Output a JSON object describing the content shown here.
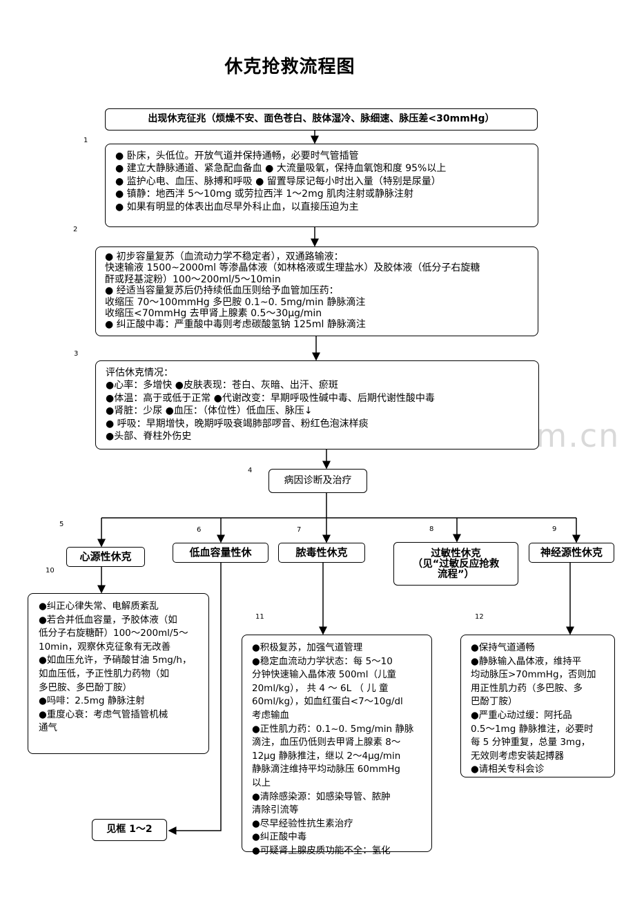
{
  "title": "休克抢救流程图",
  "watermark": "www.zixin.com.cn",
  "nums": [
    "1",
    "2",
    "3",
    "4",
    "5",
    "6",
    "7",
    "8",
    "9",
    "10",
    "11",
    "12"
  ],
  "top": "出现休克征兆（烦燥不安、面色苍白、肢体湿冷、脉细速、脉压差<30mmHg）",
  "box1": [
    "●  卧床，头低位。开放气道并保持通畅，必要时气管插管",
    "●  建立大静脉通道、紧急配血备血       ●  大流量吸氧，保持血氧饱和度 95%以上",
    "●  监护心电、血压、脉搏和呼吸           ●  留置导尿记每小时出入量（特别是尿量）",
    "●  镇静：地西泮 5～10mg 或劳拉西泮 1～2mg 肌肉注射或静脉注射",
    "●  如果有明显的体表出血尽早外科止血，以直接压迫为主"
  ],
  "box2": [
    "●  初步容量复苏（血流动力学不稳定者），双通路输液：",
    "     快速输液 1500~2000ml 等渗晶体液（如林格液或生理盐水）及胶体液（低分子右旋糖",
    "     酐或羟基淀粉）100～200ml/5～10min",
    "●  经适当容量复苏后仍持续低血压则给予血管加压药：",
    "     收缩压 70～100mmHg        多巴胺 0.1~0. 5mg/min 静脉滴注",
    "     收缩压<70mmHg              去甲肾上腺素 0.5～30μg/min",
    "●  纠正酸中毒：严重酸中毒则考虑碳酸氢钠 125ml 静脉滴注"
  ],
  "box3": [
    "评估休克情况：",
    "●心率：多增快                      ●皮肤表现：苍白、灰暗、出汗、瘀斑",
    "●体温：高于或低于正常        ●代谢改变：早期呼吸性碱中毒、后期代谢性酸中毒",
    "●肾脏：少尿                          ●血压：（体位性）低血压、脉压↓",
    "●  呼吸：早期增快，晚期呼吸衰竭肺部啰音、粉红色泡沫样痰",
    "●头部、脊柱外伤史"
  ],
  "box4": "病因诊断及治疗",
  "types": [
    "心源性休克",
    "低血容量性休",
    "脓毒性休克",
    "过敏性休克\n（见“过敏反应抢救\n流程”）",
    "神经源性休克"
  ],
  "box10": [
    "●纠正心律失常、电解质紊乱",
    "●若合并低血容量，予胶体液（如",
    "低分子右旋糖酐）100～200ml/5～",
    "10min，观察休克征象有无改善",
    "●如血压允许，予硝酸甘油 5mg/h，",
    "如血压低，予正性肌力药物（如",
    "多巴胺、多巴酚丁胺）",
    "●吗啡：2.5mg 静脉注射",
    "●重度心衰：考虑气管插管机械",
    "通气"
  ],
  "box11": [
    "●积极复苏，加强气道管理",
    "●稳定血流动力学状态：每 5～10",
    "分钟快速输入晶体液 500ml（儿童",
    "20ml/kg），  共  4 ～ 6L （ 儿 童",
    "60ml/kg），如血红蛋白<7～10g/dl",
    "考虑输血",
    "●正性肌力药：0.1~0. 5mg/min 静脉",
    "滴注，血压仍低则去甲肾上腺素 8～",
    "12μg 静脉推注，继以 2～4μg/min",
    "静脉滴注维持平均动脉压 60mmHg",
    "以上",
    "●清除感染源：如感染导管、脓肿",
    "清除引流等",
    "●尽早经验性抗生素治疗",
    "●纠正酸中毒",
    "●可疑肾上腺皮质功能不全：氢化"
  ],
  "box12": [
    "●保持气道通畅",
    "●静脉输入晶体液，维持平",
    "均动脉压>70mmHg，否则加",
    "用正性肌力药（多巴胺、多",
    "巴酚丁胺）",
    "●严重心动过缓：阿托品",
    "0.5～1mg 静脉推注，必要时",
    "每 5 分钟重复，总量 3mg，",
    "无效则考虑安装起搏器",
    "●请相关专科会诊"
  ],
  "see": "见框 1～2"
}
